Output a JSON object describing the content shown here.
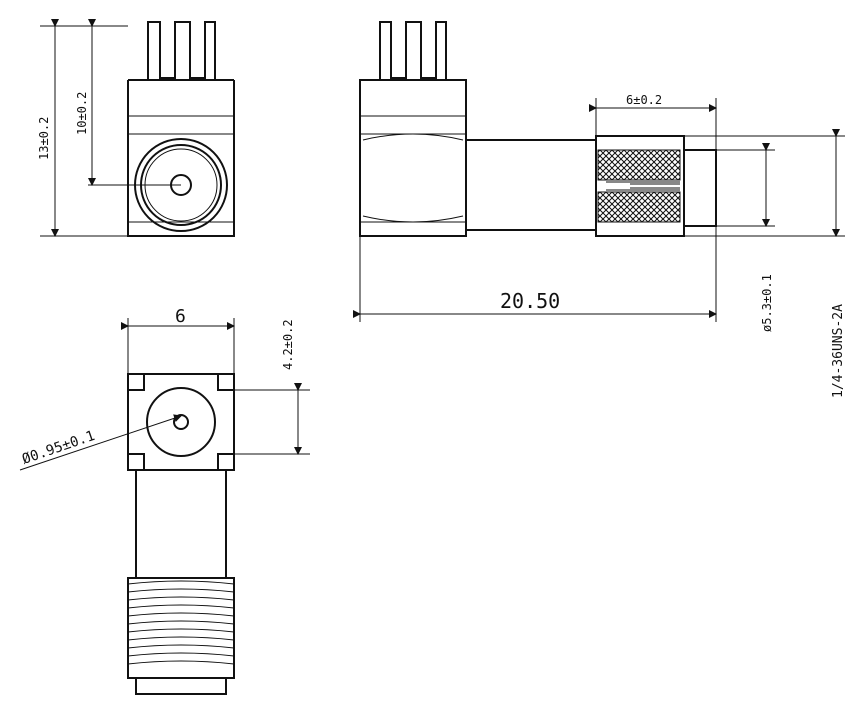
{
  "dimensions": {
    "front_height": "13±0.2",
    "front_center_height": "10±0.2",
    "side_thread_length": "6±0.2",
    "side_overall_length": "20.50",
    "side_inner_diameter": "ø5.3±0.1",
    "thread_spec": "1/4-36UNS-2A",
    "bottom_width": "6",
    "bottom_offset": "4.2±0.2",
    "pin_diameter": "Ø0.95±0.1"
  }
}
